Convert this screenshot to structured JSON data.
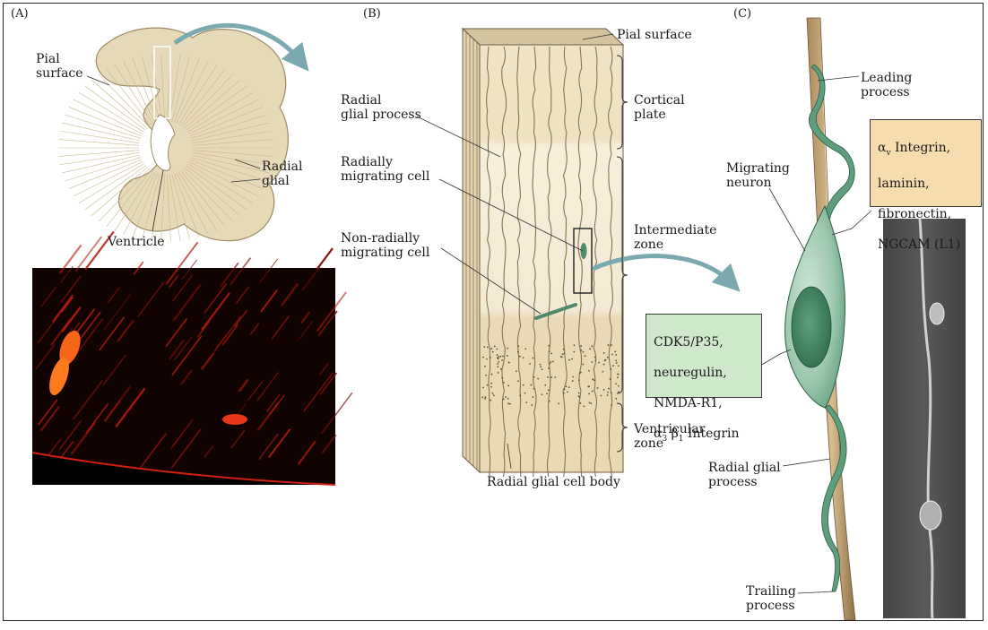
{
  "panels": {
    "a": {
      "letter": "(A)",
      "pial_surface": "Pial\nsurface",
      "radial_glial": "Radial\nglial",
      "ventricle": "Ventricle"
    },
    "b": {
      "letter": "(B)",
      "pial_surface": "Pial surface",
      "radial_glial_process": "Radial\nglial process",
      "radially_migrating_cell": "Radially\nmigrating cell",
      "non_radially_migrating_cell": "Non-radially\nmigrating cell",
      "cortical_plate": "Cortical\nplate",
      "intermediate_zone": "Intermediate\nzone",
      "ventricular_zone": "Ventricular\nzone",
      "radial_glial_cell_body": "Radial glial cell body"
    },
    "c": {
      "letter": "(C)",
      "leading_process": "Leading\nprocess",
      "migrating_neuron": "Migrating\nneuron",
      "radial_glial_process": "Radial glial\nprocess",
      "trailing_process": "Trailing\nprocess",
      "integrin_box": {
        "line1_sym": "α",
        "line1_sub": "v",
        "line1_rest": " Integrin,",
        "line2": "laminin,",
        "line3": "fibronectin,",
        "line4": "NGCAM (L1)"
      },
      "cdk_box": {
        "line1": "CDK5/P35,",
        "line2": "neuregulin,",
        "line3": "NMDA-R1,",
        "line4_a": "α",
        "line4_a_sub": "3",
        "line4_b": " β",
        "line4_b_sub": "1",
        "line4_rest": " Integrin"
      }
    }
  },
  "colors": {
    "tissue": "#e6d9b8",
    "tissue_dark": "#c9b88f",
    "glia_fiber": "#b99a6b",
    "neuron_green": "#5e9e7e",
    "arrow_teal": "#7aa9b0",
    "fluorescence_red": "#c81e10"
  }
}
